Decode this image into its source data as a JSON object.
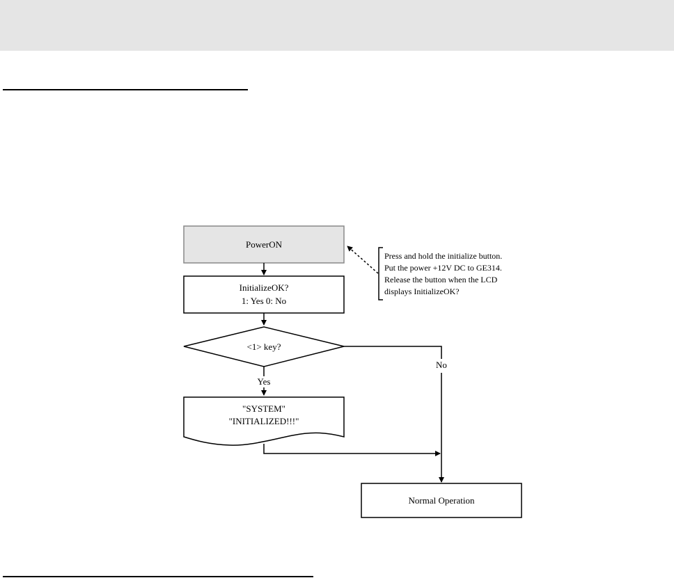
{
  "diagram": {
    "nodes": {
      "power_on": "PowerON",
      "initialize_ok_line1": "InitializeOK?",
      "initialize_ok_line2": "1: Yes 0: No",
      "decision": "<1> key?",
      "system_line1": "\"SYSTEM\"",
      "system_line2": "\"INITIALIZED!!!\"",
      "normal_operation": "Normal Operation"
    },
    "edge_labels": {
      "yes": "Yes",
      "no": "No"
    },
    "note": {
      "lines": [
        "Press and hold the initialize button.",
        "Put the power +12V DC to GE314.",
        "Release the button when the LCD",
        "displays InitializeOK?"
      ]
    },
    "colors": {
      "start_fill": "#e5e5e5",
      "top_band": "#e5e5e5",
      "stroke": "#000000"
    }
  }
}
